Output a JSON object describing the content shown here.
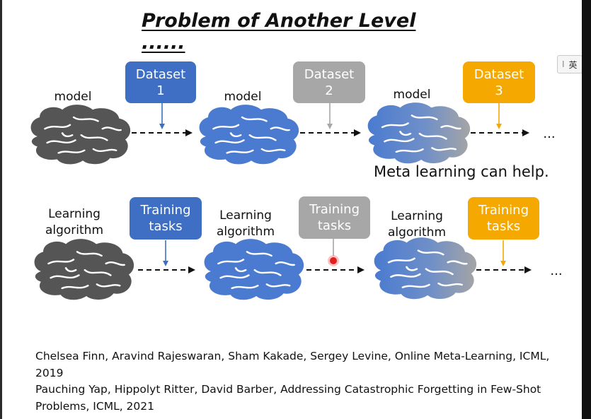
{
  "title": "Problem of Another Level ......",
  "row1": {
    "labels": [
      "model",
      "model",
      "model"
    ],
    "boxes": [
      {
        "text_line1": "Dataset",
        "text_line2": "1",
        "color": "#3e6fc4"
      },
      {
        "text_line1": "Dataset",
        "text_line2": "2",
        "color": "#a7a7a7"
      },
      {
        "text_line1": "Dataset",
        "text_line2": "3",
        "color": "#f5a800"
      }
    ],
    "ellipsis": "..."
  },
  "meta_note": "Meta learning can help.",
  "row2": {
    "labels": [
      {
        "line1": "Learning",
        "line2": "algorithm"
      },
      {
        "line1": "Learning",
        "line2": "algorithm"
      },
      {
        "line1": "Learning",
        "line2": "algorithm"
      }
    ],
    "boxes": [
      {
        "text_line1": "Training",
        "text_line2": "tasks",
        "color": "#3e6fc4"
      },
      {
        "text_line1": "Training",
        "text_line2": "tasks",
        "color": "#a7a7a7"
      },
      {
        "text_line1": "Training",
        "text_line2": "tasks",
        "color": "#f5a800"
      }
    ],
    "ellipsis": "..."
  },
  "references": [
    "Chelsea Finn, Aravind Rajeswaran, Sham Kakade, Sergey Levine, Online Meta-Learning, ICML, 2019",
    "Pauching Yap, Hippolyt Ritter, David Barber, Addressing Catastrophic Forgetting in Few-Shot Problems, ICML, 2021"
  ],
  "ime_indicator": {
    "cursor": "I",
    "text": "英"
  },
  "colors": {
    "brain_gray": "#555555",
    "brain_blue": "#4a7bd0",
    "brain_fade_end": "#9a9a9a"
  }
}
